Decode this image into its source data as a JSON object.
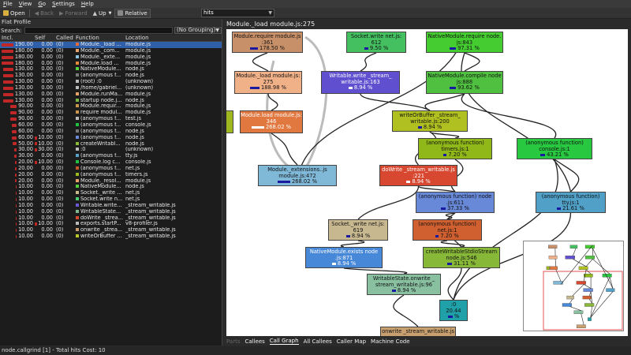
{
  "menu": [
    {
      "key": "F",
      "rest": "ile"
    },
    {
      "key": "V",
      "rest": "iew"
    },
    {
      "key": "G",
      "rest": "o"
    },
    {
      "key": "S",
      "rest": "ettings"
    },
    {
      "key": "H",
      "rest": "elp"
    }
  ],
  "toolbar": {
    "open": "Open",
    "back": "Back",
    "forward": "Forward",
    "up": "Up",
    "relative": "Relative",
    "event_type": "hits"
  },
  "flat_profile": {
    "title": "Flat Profile",
    "search_label": "Search:",
    "grouping": "(No Grouping)",
    "columns": [
      "Incl.",
      "Self",
      "Called",
      "Function",
      "Location"
    ],
    "rows": [
      {
        "incl": "190.00",
        "self": "0.00",
        "called": "(0)",
        "func": "Module._load ...",
        "loc": "module.js",
        "bar": 35,
        "color": "#e36c3c",
        "sel": true
      },
      {
        "incl": "180.00",
        "self": "0.00",
        "called": "(0)",
        "func": "Module._com...",
        "loc": "module.js",
        "bar": 33,
        "color": "#e8a36a"
      },
      {
        "incl": "180.00",
        "self": "0.00",
        "called": "(0)",
        "func": "Module._exte...",
        "loc": "module.js",
        "bar": 33,
        "color": "#8ec5e0"
      },
      {
        "incl": "180.00",
        "self": "0.00",
        "called": "(0)",
        "func": "Module.load ...",
        "loc": "module.js",
        "bar": 33,
        "color": "#e38a3c"
      },
      {
        "incl": "130.00",
        "self": "0.00",
        "called": "(0)",
        "func": "NativeModule...",
        "loc": "node.js",
        "bar": 25,
        "color": "#54d040"
      },
      {
        "incl": "130.00",
        "self": "0.00",
        "called": "(0)",
        "func": "(anonymous f...",
        "loc": "node.js",
        "bar": 25,
        "color": "#7a7a7a"
      },
      {
        "incl": "130.00",
        "self": "0.00",
        "called": "(0)",
        "func": "(root) :0",
        "loc": "(unknown)",
        "bar": 25,
        "color": "#bbbbbb"
      },
      {
        "incl": "130.00",
        "self": "0.00",
        "called": "(0)",
        "func": "/home/gabriel...",
        "loc": "(unknown)",
        "bar": 25,
        "color": "#bbbbbb"
      },
      {
        "incl": "130.00",
        "self": "0.00",
        "called": "(0)",
        "func": "Module.runMa...",
        "loc": "module.js",
        "bar": 25,
        "color": "#e8a36a"
      },
      {
        "incl": "130.00",
        "self": "0.00",
        "called": "(0)",
        "func": "startup node.j...",
        "loc": "node.js",
        "bar": 25,
        "color": "#7ab648"
      },
      {
        "incl": "90.00",
        "self": "0.00",
        "called": "(0)",
        "func": "Module.requir...",
        "loc": "module.js",
        "bar": 17,
        "color": "#c8964e"
      },
      {
        "incl": "90.00",
        "self": "0.00",
        "called": "(0)",
        "func": "require modul...",
        "loc": "module.js",
        "bar": 17,
        "color": "#c8964e"
      },
      {
        "incl": "90.00",
        "self": "0.00",
        "called": "(0)",
        "func": "(anonymous f...",
        "loc": "test.js",
        "bar": 17,
        "color": "#bbbbbb"
      },
      {
        "incl": "60.00",
        "self": "0.00",
        "called": "(0)",
        "func": "(anonymous f...",
        "loc": "console.js",
        "bar": 12,
        "color": "#22c040"
      },
      {
        "incl": "60.00",
        "self": "0.00",
        "called": "(0)",
        "func": "(anonymous f...",
        "loc": "node.js",
        "bar": 12,
        "color": "#7a7a7a"
      },
      {
        "incl": "60.00",
        "self": "10.00",
        "called": "(0)",
        "func": "(anonymous f...",
        "loc": "node.js",
        "bar": 12,
        "color": "#6c88d8",
        "selfbar": true
      },
      {
        "incl": "50.00",
        "self": "10.00",
        "called": "(0)",
        "func": "createWritabl...",
        "loc": "node.js",
        "bar": 10,
        "color": "#88b838",
        "selfbar": true
      },
      {
        "incl": "30.00",
        "self": "30.00",
        "called": "(0)",
        "func": ":0",
        "loc": "(unknown)",
        "bar": 6,
        "color": "#bbbbbb",
        "selfbar": true
      },
      {
        "incl": "30.00",
        "self": "0.00",
        "called": "(0)",
        "func": "(anonymous f...",
        "loc": "tty.js",
        "bar": 6,
        "color": "#5aa0c8"
      },
      {
        "incl": "20.00",
        "self": "10.00",
        "called": "(0)",
        "func": "Console.log c...",
        "loc": "console.js",
        "bar": 4,
        "color": "#22c040",
        "selfbar": true
      },
      {
        "incl": "20.00",
        "self": "0.00",
        "called": "(0)",
        "func": "(anonymous f...",
        "loc": "net.js",
        "bar": 4,
        "color": "#c0582c"
      },
      {
        "incl": "20.00",
        "self": "0.00",
        "called": "(0)",
        "func": "(anonymous f...",
        "loc": "timers.js",
        "bar": 4,
        "color": "#9ab820"
      },
      {
        "incl": "20.00",
        "self": "0.00",
        "called": "(0)",
        "func": "Module._resol...",
        "loc": "module.js",
        "bar": 4,
        "color": "#e8a36a"
      },
      {
        "incl": "10.00",
        "self": "0.00",
        "called": "(0)",
        "func": "NativeModule...",
        "loc": "node.js",
        "bar": 2,
        "color": "#54d040"
      },
      {
        "incl": "10.00",
        "self": "0.00",
        "called": "(0)",
        "func": "Socket._write ...",
        "loc": "net.js",
        "bar": 2,
        "color": "#c8b88a"
      },
      {
        "incl": "10.00",
        "self": "0.00",
        "called": "(0)",
        "func": "Socket.write n...",
        "loc": "net.js",
        "bar": 2,
        "color": "#4ccc70"
      },
      {
        "incl": "10.00",
        "self": "0.00",
        "called": "(0)",
        "func": "Writable.write...",
        "loc": "_stream_writable.js",
        "bar": 2,
        "color": "#6a5ad8"
      },
      {
        "incl": "10.00",
        "self": "0.00",
        "called": "(0)",
        "func": "WritableState...",
        "loc": "_stream_writable.js",
        "bar": 2,
        "color": "#80b890"
      },
      {
        "incl": "10.00",
        "self": "0.00",
        "called": "(0)",
        "func": "doWrite _strea...",
        "loc": "_stream_writable.js",
        "bar": 2,
        "color": "#d84a30"
      },
      {
        "incl": "10.00",
        "self": "10.00",
        "called": "(0)",
        "func": "exports.startP...",
        "loc": "v8-profiler.js",
        "bar": 2,
        "color": "#bbbbbb",
        "selfbar": true
      },
      {
        "incl": "10.00",
        "self": "0.00",
        "called": "(0)",
        "func": "onwrite _strea...",
        "loc": "_stream_writable.js",
        "bar": 2,
        "color": "#c89c70"
      },
      {
        "incl": "10.00",
        "self": "0.00",
        "called": "(0)",
        "func": "writeOrBuffer ...",
        "loc": "_stream_writable.js",
        "bar": 2,
        "color": "#b8c828"
      }
    ]
  },
  "graph": {
    "title": "Module._load module.js:275",
    "nodes": [
      {
        "id": "n-req",
        "l1": "Module.require module.js",
        "l2": ":361",
        "pct": "178.50 %",
        "color": "#c89068",
        "bw": 10
      },
      {
        "id": "n-load",
        "l1": "Module._load module.js:",
        "l2": "275",
        "pct": "188.98 %",
        "color": "#f0b088",
        "bw": 12
      },
      {
        "id": "n-mload",
        "l1": "Module.load module.js:",
        "l2": "346",
        "pct": "268.02 %",
        "color": "#e07840",
        "bw": 16
      },
      {
        "id": "n-ext",
        "l1": "Module._extensions..js",
        "l2": "module.js:472",
        "pct": "268.02 %",
        "color": "#80b8d8",
        "bw": 16
      },
      {
        "id": "n-sw",
        "l1": "Socket.write net.js:",
        "l2": "612",
        "pct": "9.50 %",
        "color": "#44c060",
        "bw": 5
      },
      {
        "id": "n-ww",
        "l1": "Writable.write _stream_",
        "l2": "writable.js:163",
        "pct": "8.94 %",
        "color": "#6050d0",
        "bw": 5
      },
      {
        "id": "n-nmc",
        "l1": "NativeModule.require node.",
        "l2": "js:843",
        "pct": "97.31 %",
        "color": "#44cc30",
        "bw": 8
      },
      {
        "id": "n-nmcomp",
        "l1": "NativeModule.compile node",
        "l2": "js:888",
        "pct": "93.62 %",
        "color": "#50c040",
        "bw": 8
      },
      {
        "id": "n-wob",
        "l1": "writeOrBuffer _stream_",
        "l2": "writable.js:200",
        "pct": "8.94 %",
        "color": "#b0c020",
        "bw": 5
      },
      {
        "id": "n-anon-t",
        "l1": "(anonymous function)",
        "l2": "timers.js:1",
        "pct": "7.20 %",
        "color": "#90b818",
        "bw": 4
      },
      {
        "id": "n-anon-c",
        "l1": "(anonymous function)",
        "l2": "console.js:1",
        "pct": "43.21 %",
        "color": "#28c840",
        "bw": 6
      },
      {
        "id": "n-dow",
        "l1": "doWrite _stream_writable.js",
        "l2": ":221",
        "pct": "8.94 %",
        "color": "#d84830",
        "bw": 5
      },
      {
        "id": "n-anon-n",
        "l1": "(anonymous function) node",
        "l2": ".js:611",
        "pct": "37.33 %",
        "color": "#6888d8",
        "bw": 6
      },
      {
        "id": "n-anon-tty",
        "l1": "(anonymous function)",
        "l2": "tty.js:1",
        "pct": "21.61 %",
        "color": "#50a0c8",
        "bw": 5
      },
      {
        "id": "n-sockw",
        "l1": "Socket._write net.js:",
        "l2": "619",
        "pct": "8.94 %",
        "color": "#c8b890",
        "bw": 5
      },
      {
        "id": "n-anon-net",
        "l1": "(anonymous function)",
        "l2": "net.js:1",
        "pct": "7.20 %",
        "color": "#d06030",
        "bw": 4
      },
      {
        "id": "n-nme",
        "l1": "NativeModule.exists node",
        "l2": ".js:871",
        "pct": "8.94 %",
        "color": "#4888d8",
        "bw": 5
      },
      {
        "id": "n-cws",
        "l1": "createWritableStdioStream",
        "l2": "node.js:546",
        "pct": "31.11 %",
        "color": "#88b838",
        "bw": 6
      },
      {
        "id": "n-wso",
        "l1": "WritableState.onwrite _",
        "l2": "stream_writable.js:96",
        "pct": "8.94 %",
        "color": "#88c0a0",
        "bw": 5
      },
      {
        "id": "n-zero",
        "l1": ":0",
        "l2": "20.44",
        "pct": "%",
        "color": "#20a0a8",
        "bw": 6
      },
      {
        "id": "n-onw",
        "l1": "onwrite _stream_writable.js",
        "l2": "",
        "pct": "",
        "color": "#c8a070",
        "bw": 0
      },
      {
        "id": "n-left",
        "l1": "",
        "l2": "",
        "pct": "",
        "color": "#a0b820",
        "bw": 0
      }
    ]
  },
  "tabs": [
    {
      "label": "Parts",
      "state": "dis"
    },
    {
      "label": "Callees",
      "state": "n",
      "key": "e"
    },
    {
      "label": "Call Graph",
      "state": "act",
      "key": "G"
    },
    {
      "label": "All Callees",
      "state": "n",
      "key": "A"
    },
    {
      "label": "Caller Map",
      "state": "n",
      "key": "M"
    },
    {
      "label": "Machine Code",
      "state": "n",
      "key": "M"
    }
  ],
  "status": "node.callgrind [1] - Total hits Cost: 10"
}
